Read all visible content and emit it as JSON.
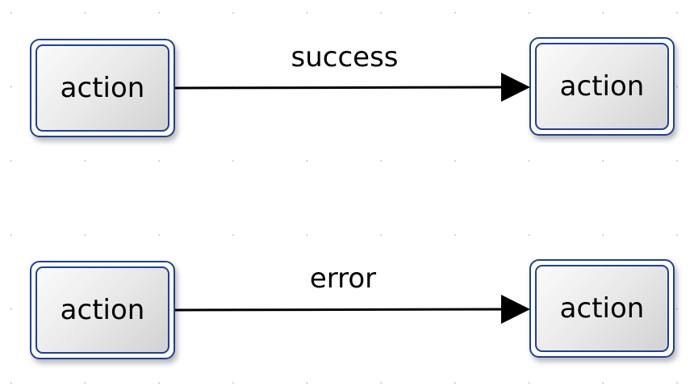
{
  "diagram": {
    "nodes": [
      {
        "id": "n1",
        "label": "action"
      },
      {
        "id": "n2",
        "label": "action"
      },
      {
        "id": "n3",
        "label": "action"
      },
      {
        "id": "n4",
        "label": "action"
      }
    ],
    "edges": [
      {
        "from": "n1",
        "to": "n2",
        "label": "success"
      },
      {
        "from": "n3",
        "to": "n4",
        "label": "error"
      }
    ],
    "colors": {
      "node_border": "#1f3f99",
      "edge": "#000000",
      "grid_dot": "#9a9a9a",
      "background": "#ffffff"
    }
  }
}
